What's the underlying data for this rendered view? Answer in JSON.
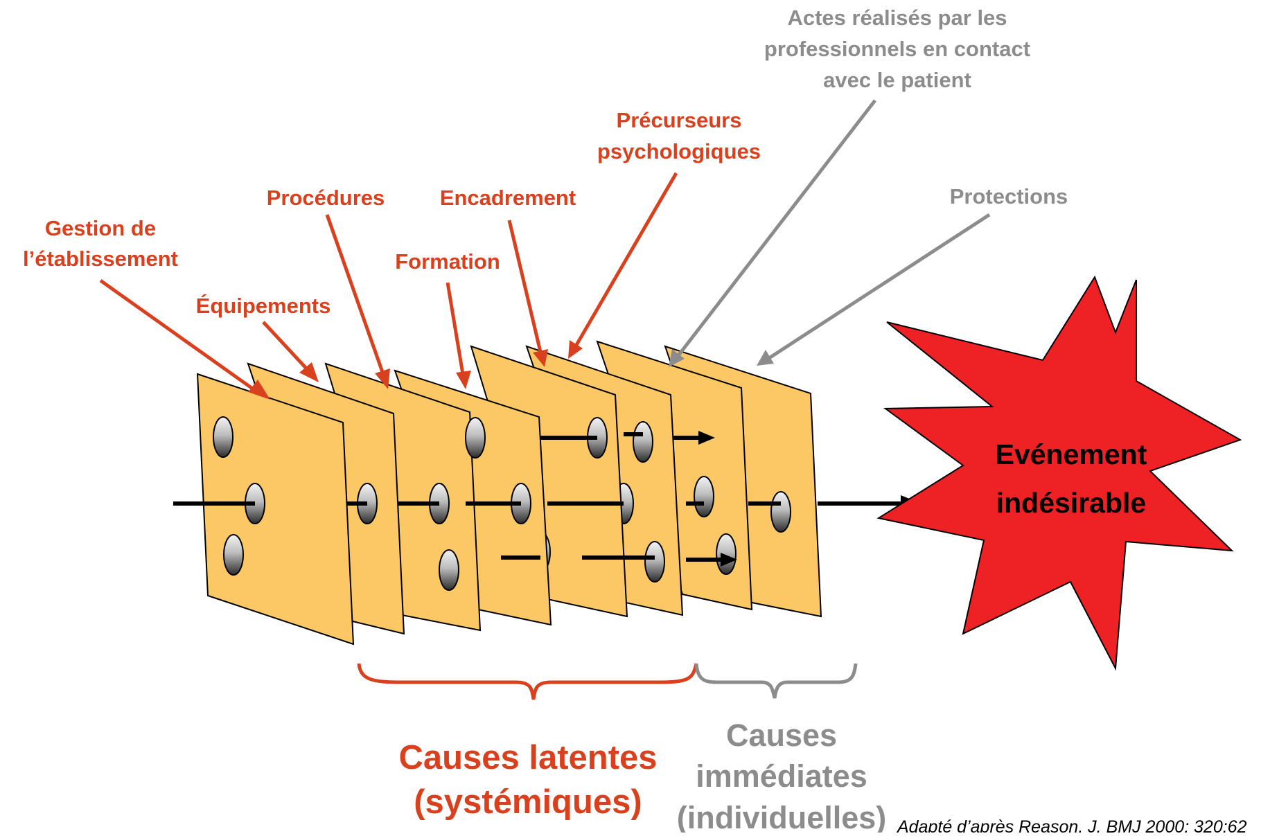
{
  "labels": {
    "gestion": [
      "Gestion de",
      "l’établissement"
    ],
    "equipements": "Équipements",
    "procedures": "Procédures",
    "encadrement": "Encadrement",
    "formation": "Formation",
    "precurseurs": [
      "Précurseurs",
      "psychologiques"
    ],
    "actes": [
      "Actes réalisés par les",
      "professionnels en contact",
      "avec le patient"
    ],
    "protections": "Protections",
    "event": [
      "Evénement",
      "indésirable"
    ],
    "causes_latentes": [
      "Causes latentes",
      "(systémiques)"
    ],
    "causes_immediates": [
      "Causes",
      "immédiates",
      "(individuelles)"
    ],
    "citation": "Adapté d’après Reason, J. BMJ 2000; 320:62"
  },
  "colors": {
    "red_label": "#d9411e",
    "grey_label": "#8c8c8c",
    "slice_fill": "#fbc865",
    "slice_stroke": "#000000",
    "star_fill": "#ee2124",
    "event_text": "#000000"
  }
}
